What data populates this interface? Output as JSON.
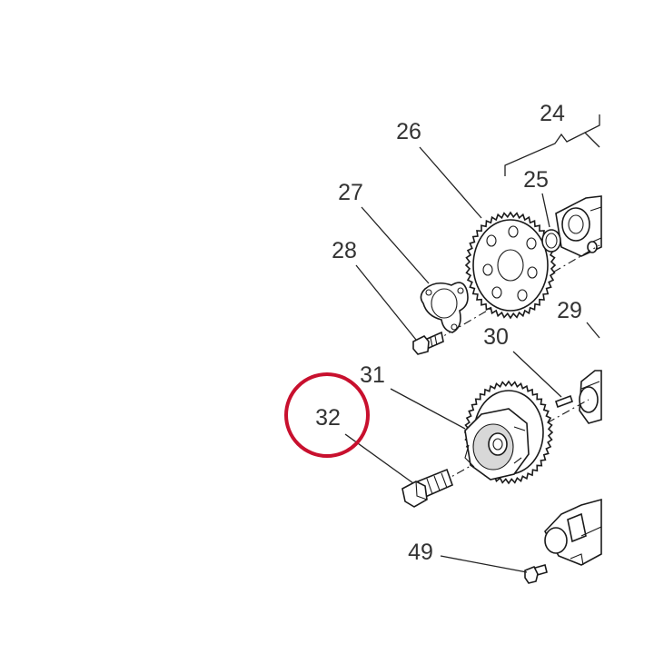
{
  "callouts": {
    "p24": "24",
    "p25": "25",
    "p26": "26",
    "p27": "27",
    "p28": "28",
    "p29": "29",
    "p30": "30",
    "p31": "31",
    "p32": "32",
    "p49": "49"
  },
  "highlight": {
    "part": "32",
    "color": "#c8102e"
  }
}
